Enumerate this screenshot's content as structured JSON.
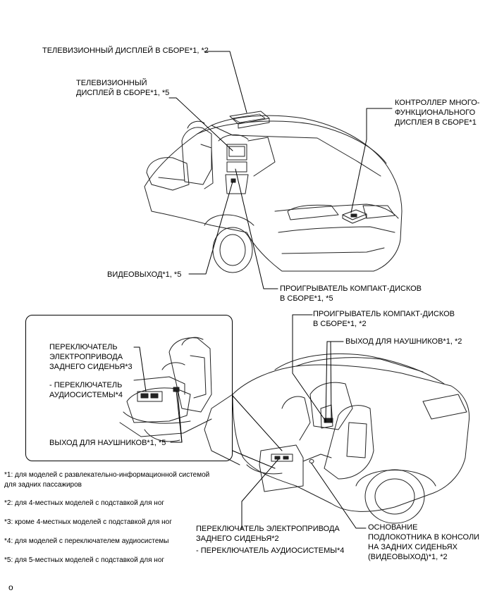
{
  "labels": {
    "tv_display_overhead": "ТЕЛЕВИЗИОННЫЙ ДИСПЛЕЙ В СБОРЕ*1, *2",
    "tv_display_console": "ТЕЛЕВИЗИОННЫЙ\nДИСПЛЕЙ В СБОРЕ*1, *5",
    "multi_display_controller": "КОНТРОЛЛЕР МНОГО-\nФУНКЦИОНАЛЬНОГО\nДИСПЛЕЯ В СБОРЕ*1",
    "video_out": "ВИДЕОВЫХОД*1, *5",
    "cd_player_5": "ПРОИГРЫВАТЕЛЬ КОМПАКТ-ДИСКОВ\nВ СБОРЕ*1, *5",
    "cd_player_2": "ПРОИГРЫВАТЕЛЬ КОМПАКТ-ДИСКОВ\nВ СБОРЕ*1, *2",
    "headphone_out_2": "ВЫХОД ДЛЯ НАУШНИКОВ*1, *2",
    "inset_seat_switch": "ПЕРЕКЛЮЧАТЕЛЬ\nЭЛЕКТРОПРИВОДА\nЗАДНЕГО СИДЕНЬЯ*3",
    "inset_audio_switch": "- ПЕРЕКЛЮЧАТЕЛЬ\nАУДИОСИСТЕМЫ*4",
    "inset_headphone_out": "ВЫХОД ДЛЯ НАУШНИКОВ*1, *5",
    "seat_switch_bottom": "ПЕРЕКЛЮЧАТЕЛЬ ЭЛЕКТРОПРИВОДА\nЗАДНЕГО СИДЕНЬЯ*2",
    "audio_switch_bottom": "- ПЕРЕКЛЮЧАТЕЛЬ АУДИОСИСТЕМЫ*4",
    "armrest_base": "ОСНОВАНИЕ\nПОДЛОКОТНИКА В КОНСОЛИ\nНА ЗАДНИХ СИДЕНЬЯХ\n(ВИДЕОВЫХОД)*1, *2"
  },
  "notes": [
    "*1: для моделей с развлекательно-информационной системой\nдля задних пассажиров",
    "*2: для 4-местных моделей с подставкой для ног",
    "*3: кроме 4-местных моделей с подставкой для ног",
    "*4: для моделей с переключателем аудиосистемы",
    "*5: для 5-местных моделей с подставкой для ног"
  ],
  "footer_code": "o"
}
